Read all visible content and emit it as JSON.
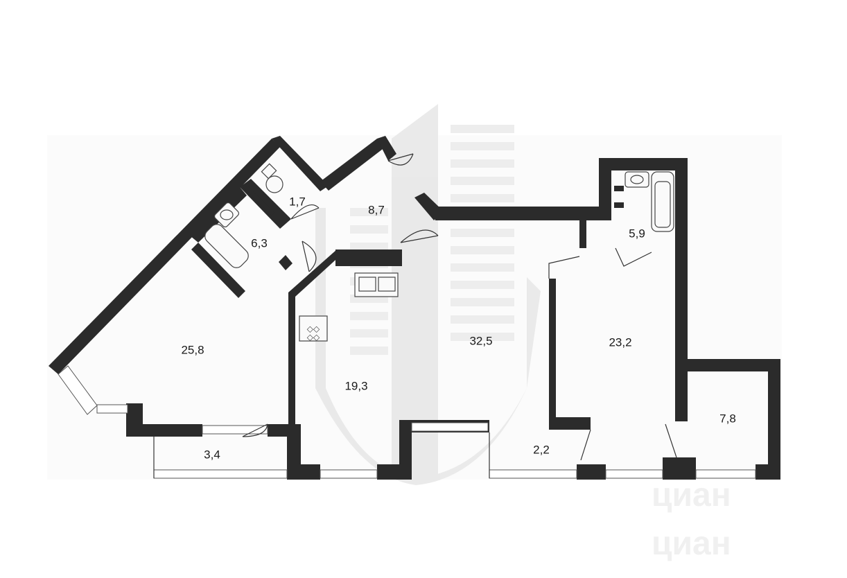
{
  "floorplan": {
    "rooms": [
      {
        "id": "room-living",
        "area": "25,8"
      },
      {
        "id": "room-bath-left",
        "area": "6,3"
      },
      {
        "id": "room-wc",
        "area": "1,7"
      },
      {
        "id": "room-hall",
        "area": "8,7"
      },
      {
        "id": "room-kitchen",
        "area": "19,3"
      },
      {
        "id": "room-main",
        "area": "32,5"
      },
      {
        "id": "room-bath-right",
        "area": "5,9"
      },
      {
        "id": "room-bedroom",
        "area": "23,2"
      },
      {
        "id": "room-side",
        "area": "7,8"
      },
      {
        "id": "room-balcony-left",
        "area": "3,4"
      },
      {
        "id": "room-balcony-right",
        "area": "2,2"
      }
    ]
  },
  "watermark": {
    "brand": "циан"
  }
}
